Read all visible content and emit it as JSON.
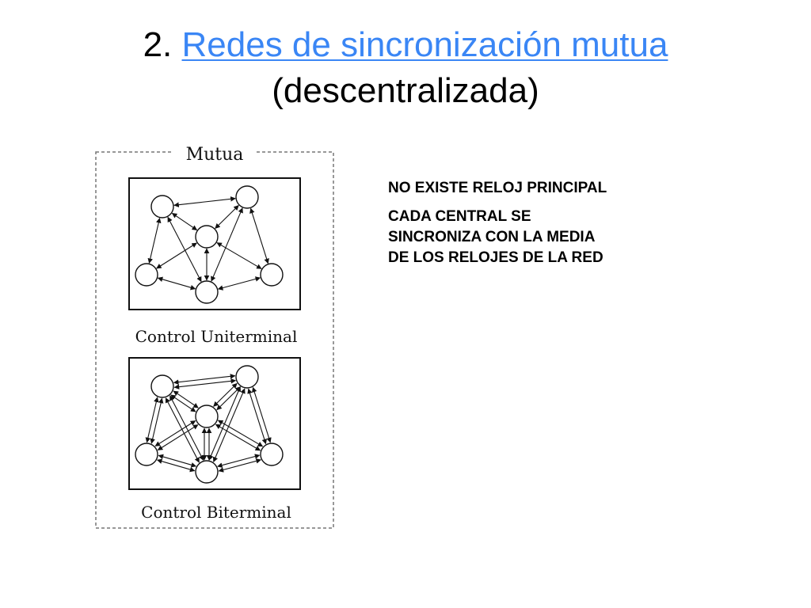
{
  "slide": {
    "title_number": "2.",
    "title_link": "Redes de sincronización mutua",
    "title_line2": "(descentralizada)"
  },
  "figure": {
    "frame_label": "Mutua",
    "diagram_top_caption": "Control Uniterminal",
    "diagram_bottom_caption": "Control Biterminal"
  },
  "notes": {
    "line1": "NO EXISTE RELOJ PRINCIPAL",
    "line2": "CADA CENTRAL SE\nSINCRONIZA CON LA MEDIA\nDE LOS RELOJES DE LA RED"
  }
}
